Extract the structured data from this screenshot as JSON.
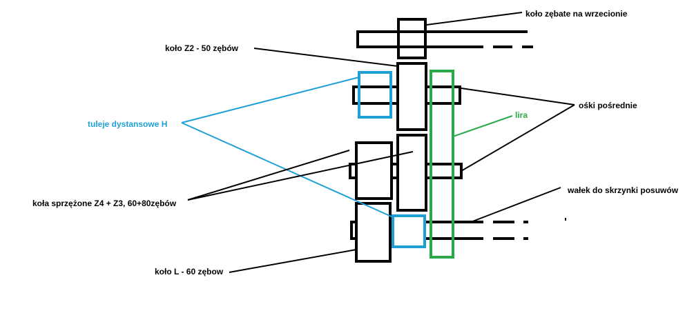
{
  "colors": {
    "ink": "#000000",
    "spacer": "#1ea0d6",
    "lira": "#2aa84a",
    "background": "#ffffff"
  },
  "labels": {
    "spindle_gear": "koło zębate na wrzecionie",
    "gear_z2": "koło Z2 - 50 zębów",
    "intermediate_axles": "ośki pośrednie",
    "lira": "lira",
    "spacer_sleeves": "tuleje dystansowe H",
    "coupled_gears": "koła sprzężone Z4 + Z3, 60+80zębów",
    "gearbox_shaft": "wałek do skrzynki posuwów",
    "gear_l": "koło L - 60 zębow"
  }
}
